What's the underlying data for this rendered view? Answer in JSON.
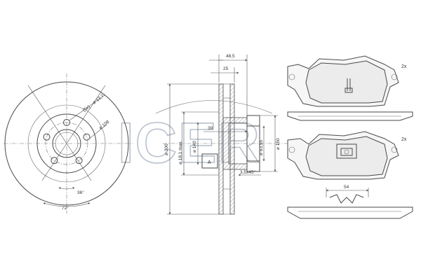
{
  "watermark": {
    "text": "ICER"
  },
  "disc_front": {
    "bolt_label": "(5x)",
    "bolt_hole": "⌀ 13,7",
    "pcd": "⌀ 108",
    "angle_small": "36°",
    "angle_large": "72°"
  },
  "disc_section": {
    "total_height": "48,5",
    "hat_height": "25",
    "min_thickness": "⌀ 18,1 max.",
    "rotor_diameter": "⌀ 300",
    "inner_diameter": "⌀ 140",
    "center_bore": "⌀ 63,55",
    "hat_diameter": "⌀ 150",
    "hat_depth": "39",
    "section_tag": "A",
    "chamfer": "3,5x45°"
  },
  "pads": {
    "upper_qty": "2x",
    "lower_qty": "2x",
    "clip_width": "54"
  }
}
